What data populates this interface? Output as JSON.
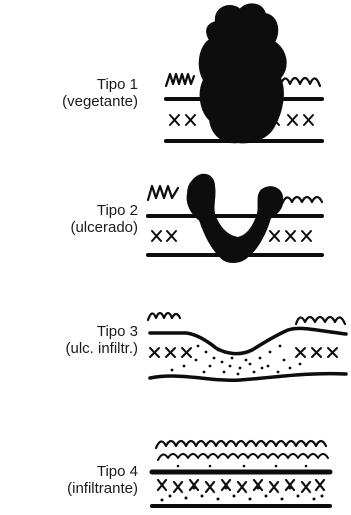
{
  "diagram": {
    "types": [
      {
        "name": "Tipo 1",
        "description": "(vegetante)"
      },
      {
        "name": "Tipo 2",
        "description": "(ulcerado)"
      },
      {
        "name": "Tipo 3",
        "description": "(ulc. infiltr.)"
      },
      {
        "name": "Tipo 4",
        "description": "(infiltrante)"
      }
    ]
  },
  "colors": {
    "ink": "#0d0d0d",
    "background": "#ffffff"
  }
}
